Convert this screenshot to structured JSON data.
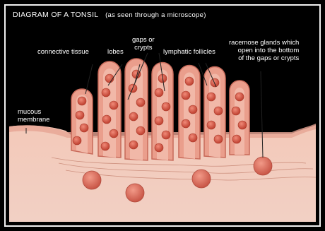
{
  "diagram": {
    "title": "DIAGRAM OF A TONSIL",
    "subtitle": "(as seen through a microscope)",
    "labels": {
      "connective_tissue": "connective tissue",
      "lobes": "lobes",
      "gaps_line1": "gaps or",
      "gaps_line2": "crypts",
      "follicles": "lymphatic follicles",
      "racemose_line1": "racemose glands which",
      "racemose_line2": "open into the bottom",
      "racemose_line3": "of the gaps or crypts",
      "mucous_line1": "mucous",
      "mucous_line2": "membrane"
    },
    "colors": {
      "background": "#000000",
      "tissue": "#f0c4b4",
      "tissue_dark": "#d98a7c",
      "lobe": "#e8a292",
      "follicle": "#d45a4a",
      "gland": "#d8685a",
      "text": "#ffffff"
    }
  }
}
